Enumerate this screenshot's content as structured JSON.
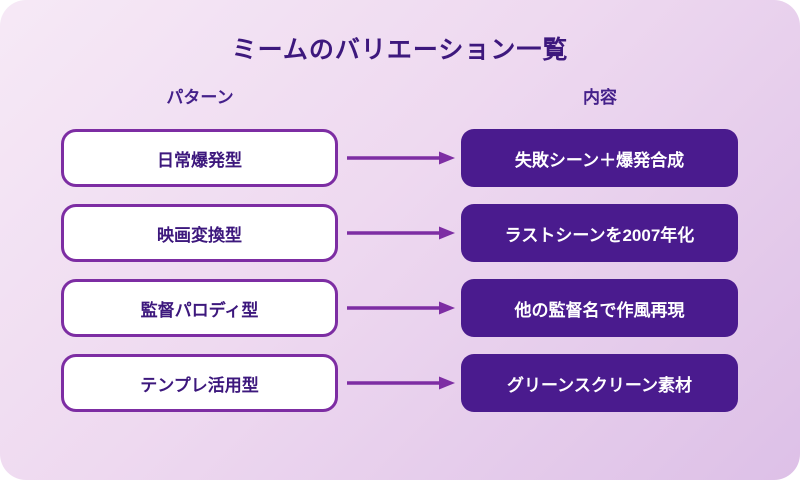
{
  "title": "ミームのバリエーション一覧",
  "columns": {
    "left_header": "パターン",
    "right_header": "内容"
  },
  "rows": [
    {
      "pattern": "日常爆発型",
      "content": "失敗シーン＋爆発合成"
    },
    {
      "pattern": "映画変換型",
      "content": "ラストシーンを2007年化"
    },
    {
      "pattern": "監督パロディ型",
      "content": "他の監督名で作風再現"
    },
    {
      "pattern": "テンプレ活用型",
      "content": "グリーンスクリーン素材"
    }
  ],
  "icons": {
    "arrow": "right-arrow"
  },
  "colors": {
    "card_gradient_start": "#f6e9f6",
    "card_gradient_end": "#ddc0e7",
    "title_text": "#3d187d",
    "pattern_border": "#7d2da3",
    "pattern_fill": "#ffffff",
    "content_fill": "#4a1b8e",
    "content_text": "#ffffff",
    "arrow": "#7d2da3"
  }
}
